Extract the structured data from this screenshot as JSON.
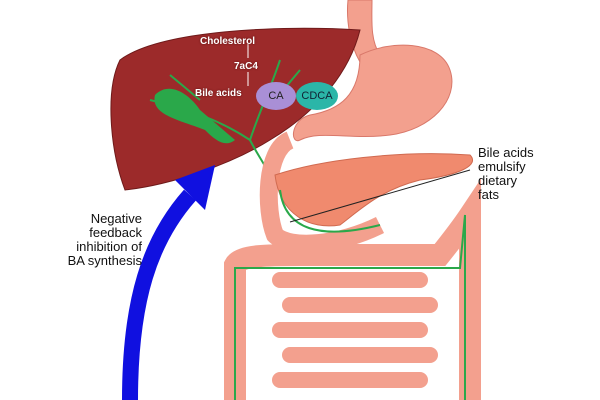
{
  "liver": {
    "cholesterol": "Cholesterol",
    "intermediate": "7aC4",
    "bile_acids": "Bile acids",
    "ca": "CA",
    "cdca": "CDCA"
  },
  "annotations": {
    "emulsify": [
      "Bile acids",
      "emulsify",
      "dietary",
      "fats"
    ],
    "feedback": [
      "Negative",
      "feedback",
      "inhibition of",
      "BA synthesis"
    ]
  },
  "colors": {
    "liver": "#9c2a2a",
    "organ": "#f4a593",
    "bile": "#2aa84a",
    "arrow": "#1010e0",
    "ca": "#a98fd6",
    "cdca": "#2bb6a8"
  }
}
